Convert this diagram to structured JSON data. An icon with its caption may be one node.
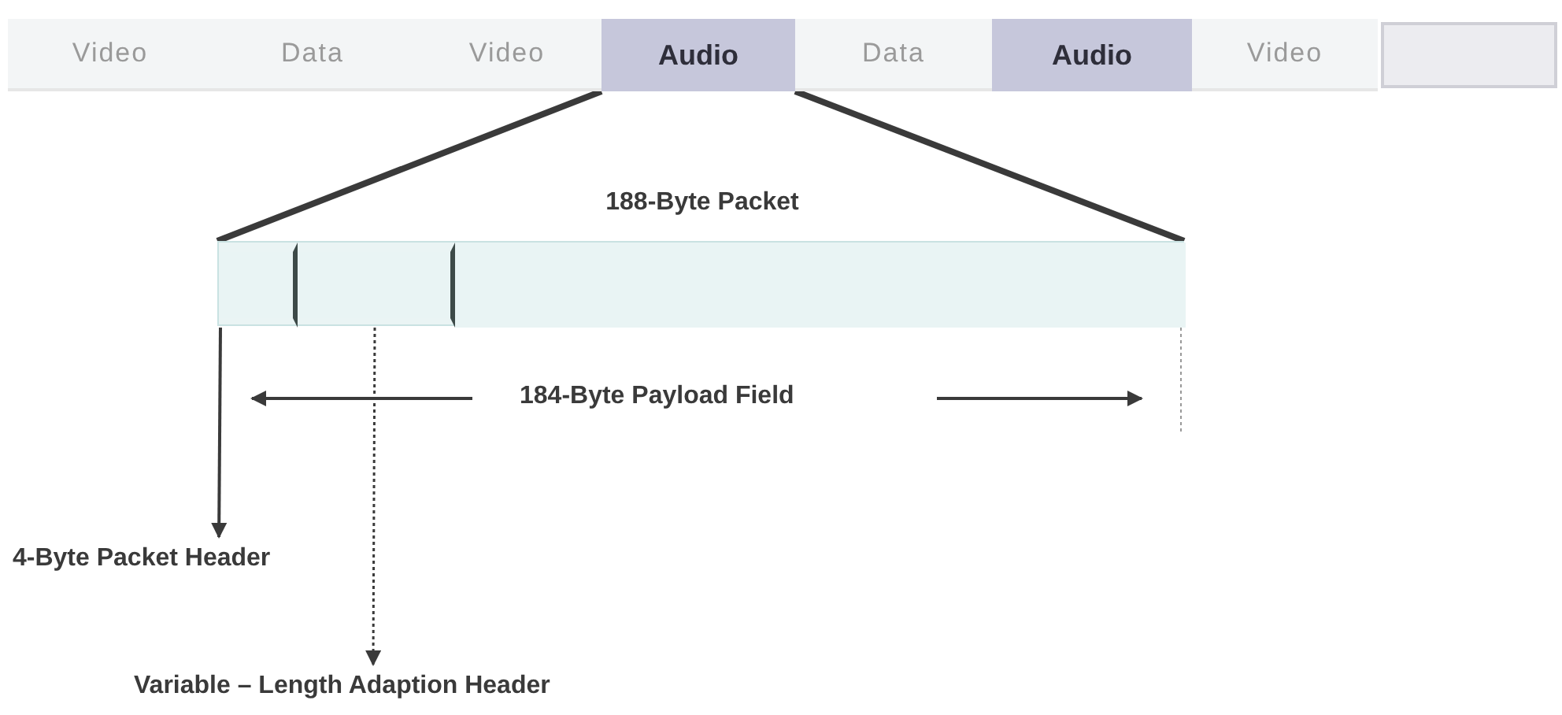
{
  "diagram": {
    "nodes": [
      {
        "text": [
          "Video"
        ]
      },
      {
        "text": [
          "Data"
        ]
      },
      {
        "text": [
          "Video"
        ]
      },
      {
        "text": [
          "Audio"
        ]
      },
      {
        "text": [
          "Data"
        ]
      },
      {
        "text": [
          "Audio"
        ]
      },
      {
        "text": [
          "Video"
        ]
      },
      {
        "text": [],
        "shape": "box"
      },
      {
        "text": [
          "188-Byte Packet"
        ]
      },
      {
        "text": [],
        "shape": "box",
        "in": 8
      },
      {
        "text": [],
        "shape": "box",
        "in": 8
      },
      {
        "text": [],
        "shape": "box",
        "in": 8
      },
      {
        "text": [
          "4-Byte Packet Header"
        ]
      },
      {
        "text": [
          "Variable – Length Adaption Header"
        ]
      }
    ],
    "edges": [
      {
        "from": 3,
        "to": 8,
        "arrow": "none",
        "style": "thick"
      },
      {
        "from": 3,
        "to": 8,
        "arrow": "none",
        "style": "thick"
      },
      {
        "from": 9,
        "to": 12,
        "arrow": "to"
      },
      {
        "from": 10,
        "to": 13,
        "arrow": "to",
        "style": "dashed"
      }
    ],
    "labels": [
      "184-Byte Payload Field"
    ]
  }
}
